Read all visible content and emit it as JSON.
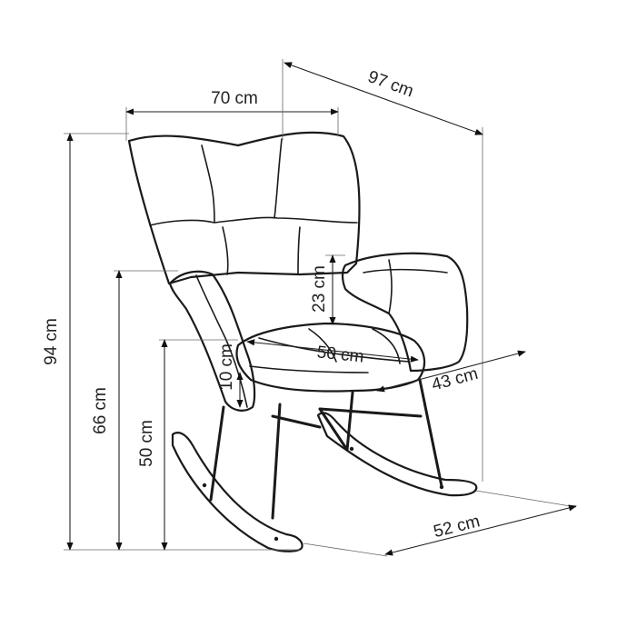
{
  "dimensions": {
    "top_width": "70 cm",
    "length": "97 cm",
    "height_total": "94 cm",
    "armrest_height": "66 cm",
    "seat_height": "50 cm",
    "armrest_above_seat": "23 cm",
    "seat_width": "50 cm",
    "seat_depth": "43 cm",
    "cushion_thickness": "10 cm",
    "base_width": "52 cm"
  },
  "colors": {
    "line": "#1a1a1a",
    "dimension": "#222222",
    "background": "#ffffff"
  }
}
